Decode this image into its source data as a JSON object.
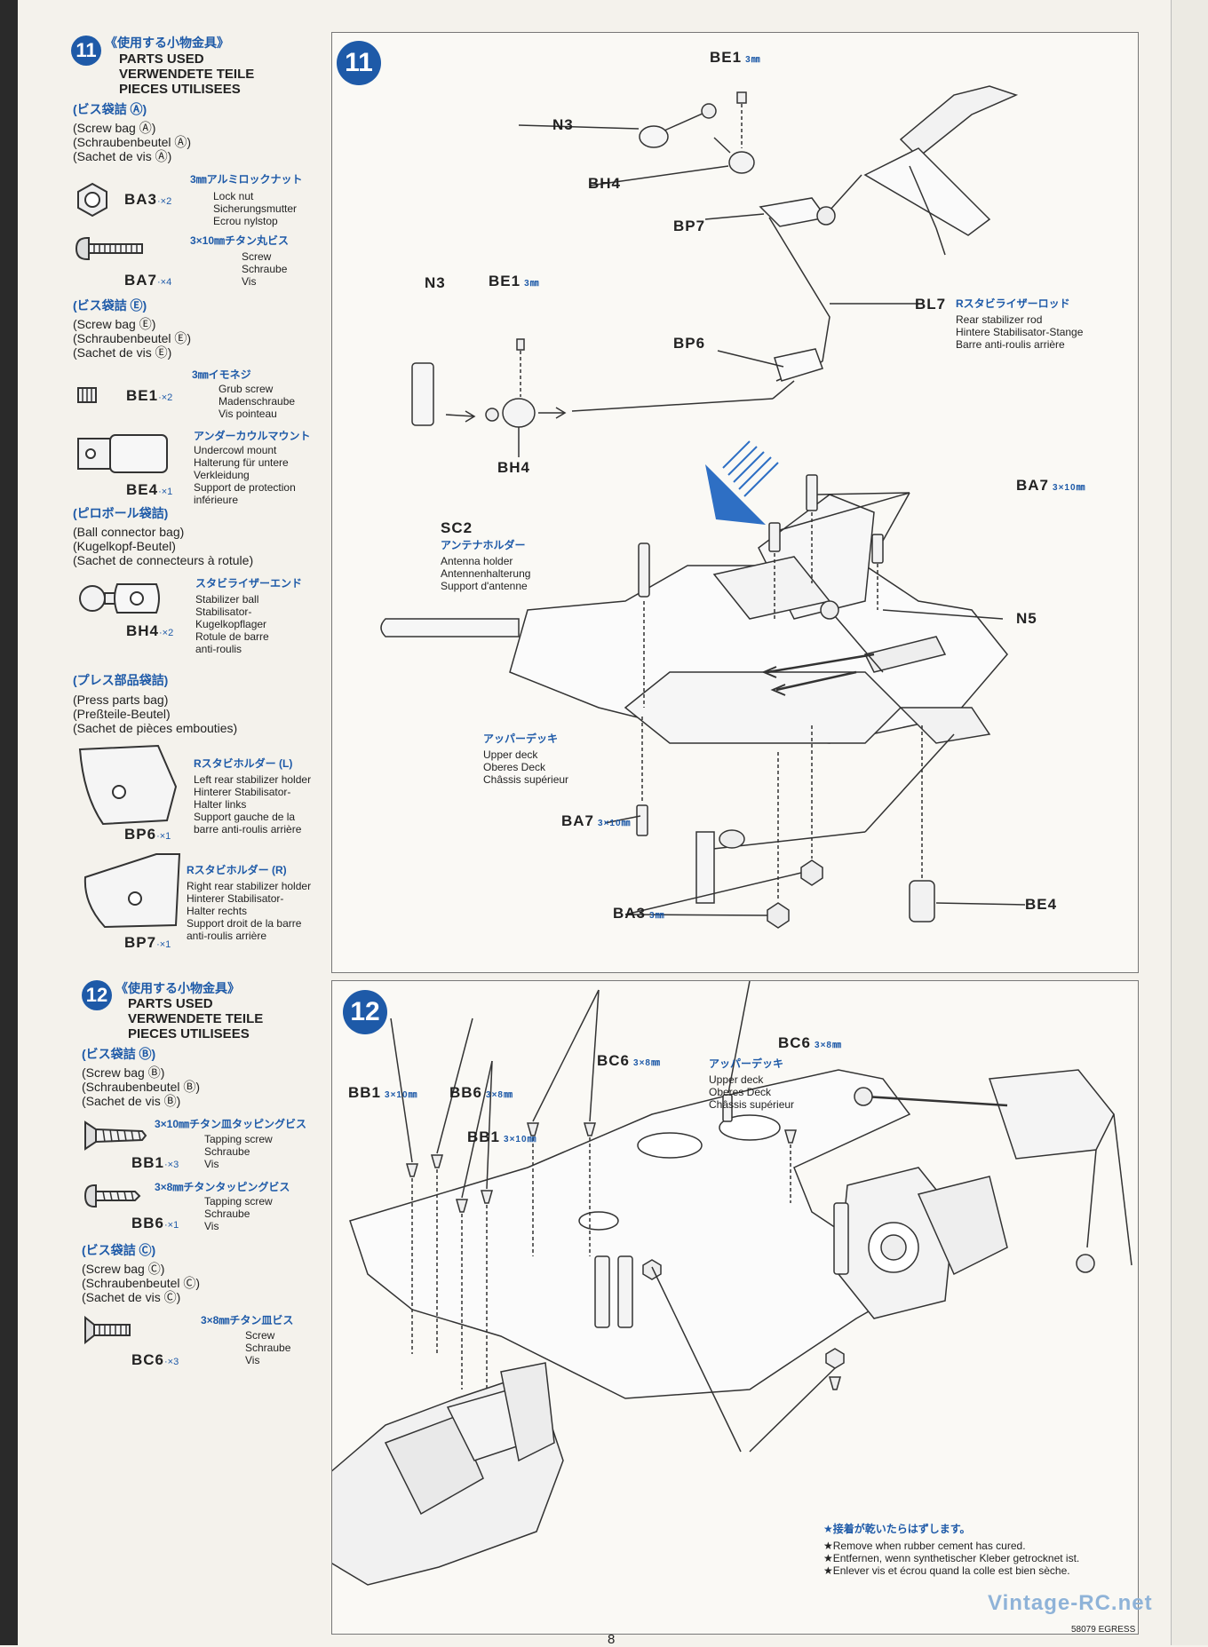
{
  "step11": {
    "num": "11",
    "jp_title": "《使用する小物金具》",
    "en_title_1": "PARTS USED",
    "en_title_2": "VERWENDETE TEILE",
    "en_title_3": "PIECES UTILISEES",
    "bag_a_jp": "(ビス袋詰 Ⓐ)",
    "bag_a_1": "(Screw bag Ⓐ)",
    "bag_a_2": "(Schraubenbeutel Ⓐ)",
    "bag_a_3": "(Sachet de vis Ⓐ)",
    "ba3_jp": "3㎜アルミロックナット",
    "ba3_code": "BA3",
    "ba3_qty": "·×2",
    "ba3_1": "Lock nut",
    "ba3_2": "Sicherungsmutter",
    "ba3_3": "Ecrou nylstop",
    "ba7_jp": "3×10㎜チタン丸ビス",
    "ba7_code": "BA7",
    "ba7_qty": "·×4",
    "ba7_1": "Screw",
    "ba7_2": "Schraube",
    "ba7_3": "Vis",
    "bag_e_jp": "(ビス袋詰 Ⓔ)",
    "bag_e_1": "(Screw bag Ⓔ)",
    "bag_e_2": "(Schraubenbeutel Ⓔ)",
    "bag_e_3": "(Sachet de vis Ⓔ)",
    "be1_jp": "3㎜イモネジ",
    "be1_code": "BE1",
    "be1_qty": "·×2",
    "be1_1": "Grub screw",
    "be1_2": "Madenschraube",
    "be1_3": "Vis pointeau",
    "be4_jp": "アンダーカウルマウント",
    "be4_code": "BE4",
    "be4_qty": "·×1",
    "be4_1": "Undercowl mount",
    "be4_2": "Halterung für untere",
    "be4_3": "Verkleidung",
    "be4_4": "Support de protection",
    "be4_5": "inférieure",
    "bag_ball_jp": "(ピロボール袋詰)",
    "bag_ball_1": "(Ball connector bag)",
    "bag_ball_2": "(Kugelkopf-Beutel)",
    "bag_ball_3": "(Sachet de connecteurs à rotule)",
    "bh4_jp": "スタビライザーエンド",
    "bh4_code": "BH4",
    "bh4_qty": "·×2",
    "bh4_1": "Stabilizer ball",
    "bh4_2": "Stabilisator-",
    "bh4_3": "Kugelkopflager",
    "bh4_4": "Rotule de barre",
    "bh4_5": "anti-roulis",
    "bag_press_jp": "(プレス部品袋詰)",
    "bag_press_1": "(Press parts bag)",
    "bag_press_2": "(Preßteile-Beutel)",
    "bag_press_3": "(Sachet de pièces embouties)",
    "bp6_jp": "Rスタビホルダー (L)",
    "bp6_code": "BP6",
    "bp6_qty": "·×1",
    "bp6_1": "Left rear stabilizer holder",
    "bp6_2": "Hinterer Stabilisator-",
    "bp6_3": "Halter links",
    "bp6_4": "Support gauche de la",
    "bp6_5": "barre anti-roulis arrière",
    "bp7_jp": "Rスタビホルダー (R)",
    "bp7_code": "BP7",
    "bp7_qty": "·×1",
    "bp7_1": "Right rear stabilizer holder",
    "bp7_2": "Hinterer Stabilisator-",
    "bp7_3": "Halter rechts",
    "bp7_4": "Support droit de la barre",
    "bp7_5": "anti-roulis arrière"
  },
  "diagram11": {
    "num": "11",
    "be1_top": "BE1",
    "be1_top_sz": "3㎜",
    "n3_top": "N3",
    "bh4_top": "BH4",
    "bp7": "BP7",
    "n3_left": "N3",
    "be1_left": "BE1",
    "be1_left_sz": "3㎜",
    "bp6": "BP6",
    "bh4_bottom": "BH4",
    "bl7": "BL7",
    "bl7_jp": "Rスタビライザーロッド",
    "bl7_1": "Rear stabilizer rod",
    "bl7_2": "Hintere Stabilisator-Stange",
    "bl7_3": "Barre anti-roulis arrière",
    "ba7_top": "BA7",
    "ba7_top_sz": "3×10㎜",
    "sc2": "SC2",
    "sc2_jp": "アンテナホルダー",
    "sc2_1": "Antenna holder",
    "sc2_2": "Antennenhalterung",
    "sc2_3": "Support d'antenne",
    "n5": "N5",
    "deck_jp": "アッパーデッキ",
    "deck_1": "Upper deck",
    "deck_2": "Oberes Deck",
    "deck_3": "Châssis supérieur",
    "ba7_bottom": "BA7",
    "ba7_bottom_sz": "3×10㎜",
    "ba3": "BA3",
    "ba3_sz": "3㎜",
    "be4": "BE4"
  },
  "step12": {
    "num": "12",
    "jp_title": "《使用する小物金具》",
    "en_title_1": "PARTS USED",
    "en_title_2": "VERWENDETE TEILE",
    "en_title_3": "PIECES UTILISEES",
    "bag_b_jp": "(ビス袋詰 Ⓑ)",
    "bag_b_1": "(Screw bag Ⓑ)",
    "bag_b_2": "(Schraubenbeutel Ⓑ)",
    "bag_b_3": "(Sachet de vis Ⓑ)",
    "bb1_jp": "3×10㎜チタン皿タッピングビス",
    "bb1_code": "BB1",
    "bb1_qty": "·×3",
    "bb1_1": "Tapping screw",
    "bb1_2": "Schraube",
    "bb1_3": "Vis",
    "bb6_jp": "3×8㎜チタンタッピングビス",
    "bb6_code": "BB6",
    "bb6_qty": "·×1",
    "bb6_1": "Tapping screw",
    "bb6_2": "Schraube",
    "bb6_3": "Vis",
    "bag_c_jp": "(ビス袋詰 Ⓒ)",
    "bag_c_1": "(Screw bag Ⓒ)",
    "bag_c_2": "(Schraubenbeutel Ⓒ)",
    "bag_c_3": "(Sachet de vis Ⓒ)",
    "bc6_jp": "3×8㎜チタン皿ビス",
    "bc6_code": "BC6",
    "bc6_qty": "·×3",
    "bc6_1": "Screw",
    "bc6_2": "Schraube",
    "bc6_3": "Vis"
  },
  "diagram12": {
    "num": "12",
    "bb1_a": "BB1",
    "bb1_a_sz": "3×10㎜",
    "bb6": "BB6",
    "bb6_sz": "3×8㎜",
    "bb1_b": "BB1",
    "bb1_b_sz": "3×10㎜",
    "bc6_a": "BC6",
    "bc6_a_sz": "3×8㎜",
    "bc6_b": "BC6",
    "bc6_b_sz": "3×8㎜",
    "deck_jp": "アッパーデッキ",
    "deck_1": "Upper deck",
    "deck_2": "Oberes Deck",
    "deck_3": "Châssis supérieur",
    "note_jp": "★接着が乾いたらはずします。",
    "note_1": "★Remove when rubber cement has cured.",
    "note_2": "★Entfernen, wenn synthetischer Kleber getrocknet ist.",
    "note_3": "★Enlever vis et écrou quand la colle est bien sèche."
  },
  "footer": {
    "page": "8",
    "watermark": "Vintage-RC.net",
    "code": "58079 EGRESS"
  }
}
